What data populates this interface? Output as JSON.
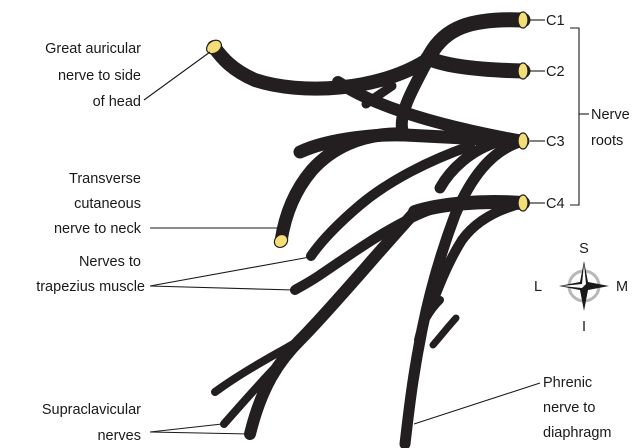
{
  "labels": {
    "great_auricular": [
      "Great auricular",
      "nerve to side",
      "of head"
    ],
    "transverse_cutaneous": [
      "Transverse",
      "cutaneous",
      "nerve to neck"
    ],
    "trapezius": [
      "Nerves to",
      "trapezius muscle"
    ],
    "supraclavicular": [
      "Supraclavicular",
      "nerves"
    ],
    "phrenic": [
      "Phrenic",
      "nerve to",
      "diaphragm"
    ],
    "nerve_roots": [
      "Nerve",
      "roots"
    ],
    "roots": [
      "C1",
      "C2",
      "C3",
      "C4"
    ]
  },
  "compass": {
    "superior": "S",
    "inferior": "I",
    "lateral": "L",
    "medial": "M"
  },
  "colors": {
    "nerve_fill": "#f5e17f",
    "nerve_outline": "#231f20",
    "compass_ring": "#b8b8b8"
  }
}
